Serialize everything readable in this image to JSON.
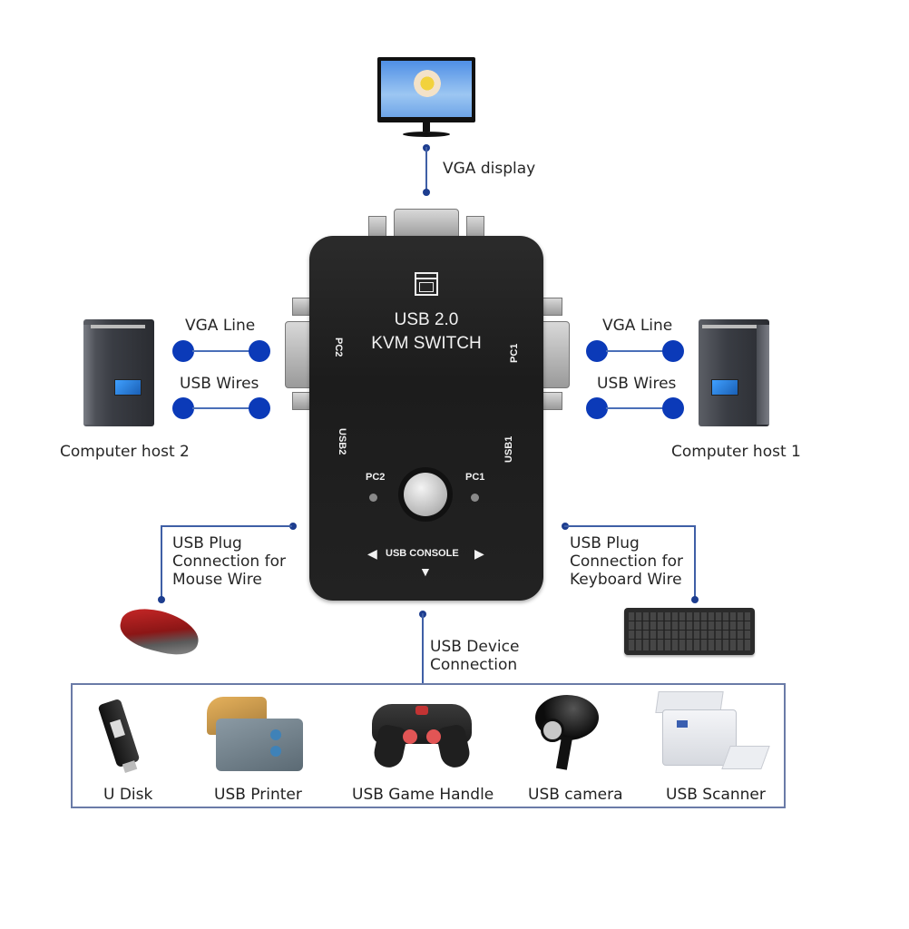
{
  "diagram": {
    "title": "USB 2.0 KVM Switch connection diagram",
    "colors": {
      "accent": "#0b3ab8",
      "line": "#3f5fa6",
      "device_body": "#222222"
    },
    "kvm_switch": {
      "title_line1": "USB 2.0",
      "title_line2": "KVM SWITCH",
      "port_pc2": "PC2",
      "port_pc1": "PC1",
      "port_usb2": "USB2",
      "port_usb1": "USB1",
      "led_pc2": "PC2",
      "led_pc1": "PC1",
      "console_label": "USB CONSOLE",
      "icon": "monitor-icon"
    },
    "display": {
      "label": "VGA display",
      "icon": "monitor-icon"
    },
    "host2": {
      "label": "Computer host 2",
      "vga_label": "VGA Line",
      "usb_label": "USB Wires",
      "icon": "pc-tower-icon"
    },
    "host1": {
      "label": "Computer host 1",
      "vga_label": "VGA Line",
      "usb_label": "USB Wires",
      "icon": "pc-tower-icon"
    },
    "mouse": {
      "label_lines": [
        "USB Plug",
        "Connection for",
        "Mouse Wire"
      ],
      "icon": "mouse-icon"
    },
    "keyboard": {
      "label_lines": [
        "USB Plug",
        "Connection for",
        "Keyboard Wire"
      ],
      "icon": "keyboard-icon"
    },
    "usb_devices": {
      "label_lines": [
        "USB Device",
        "Connection"
      ],
      "items": [
        {
          "label": "U Disk",
          "icon": "usb-drive-icon"
        },
        {
          "label": "USB Printer",
          "icon": "printer-icon"
        },
        {
          "label": "USB Game Handle",
          "icon": "gamepad-icon"
        },
        {
          "label": "USB camera",
          "icon": "webcam-icon"
        },
        {
          "label": "USB Scanner",
          "icon": "scanner-icon"
        }
      ]
    }
  }
}
